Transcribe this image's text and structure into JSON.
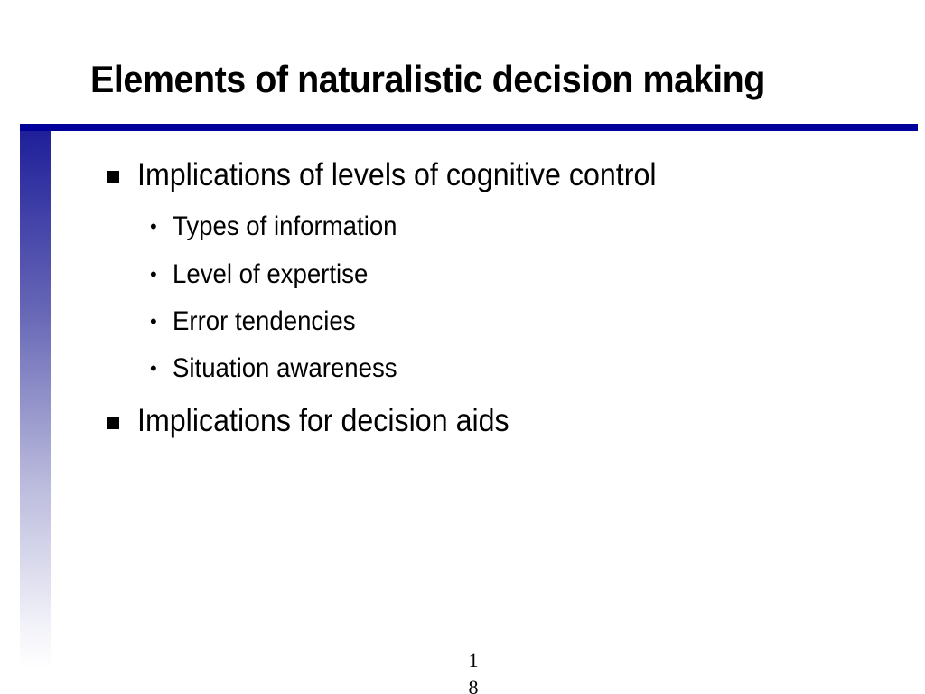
{
  "slide": {
    "title": "Elements of naturalistic decision making",
    "bullets": [
      {
        "text": "Implications of levels of cognitive control",
        "sub": [
          "Types of information",
          "Level of expertise",
          "Error tendencies",
          "Situation awareness"
        ]
      },
      {
        "text": "Implications for decision aids",
        "sub": []
      }
    ],
    "page_number": "18"
  },
  "colors": {
    "accent_blue": "#00009b",
    "text": "#000000",
    "background": "#ffffff"
  },
  "icons": {
    "level1_marker": "square-bullet-icon",
    "level2_marker": "dot-bullet-icon"
  }
}
